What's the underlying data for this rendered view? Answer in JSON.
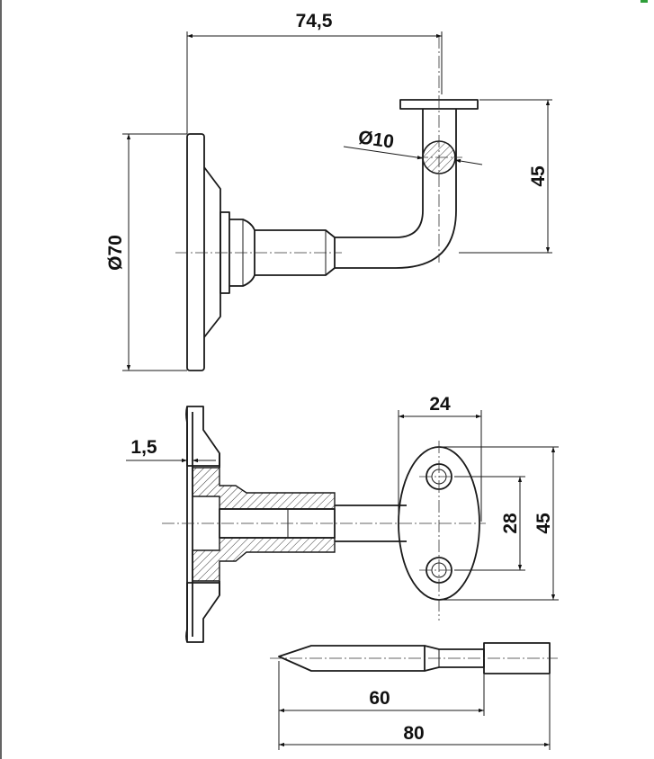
{
  "dimensions": {
    "top_width": "74,5",
    "rod_diameter": "Ø10",
    "base_diameter": "Ø70",
    "top_height": "45",
    "plate_thickness": "1,5",
    "saddle_width": "24",
    "hole_spacing": "28",
    "saddle_height": "45",
    "screw_length_short": "60",
    "screw_length_total": "80"
  },
  "colors": {
    "line": "#1a1a1a",
    "accent_mark": "#2e9e3a"
  }
}
